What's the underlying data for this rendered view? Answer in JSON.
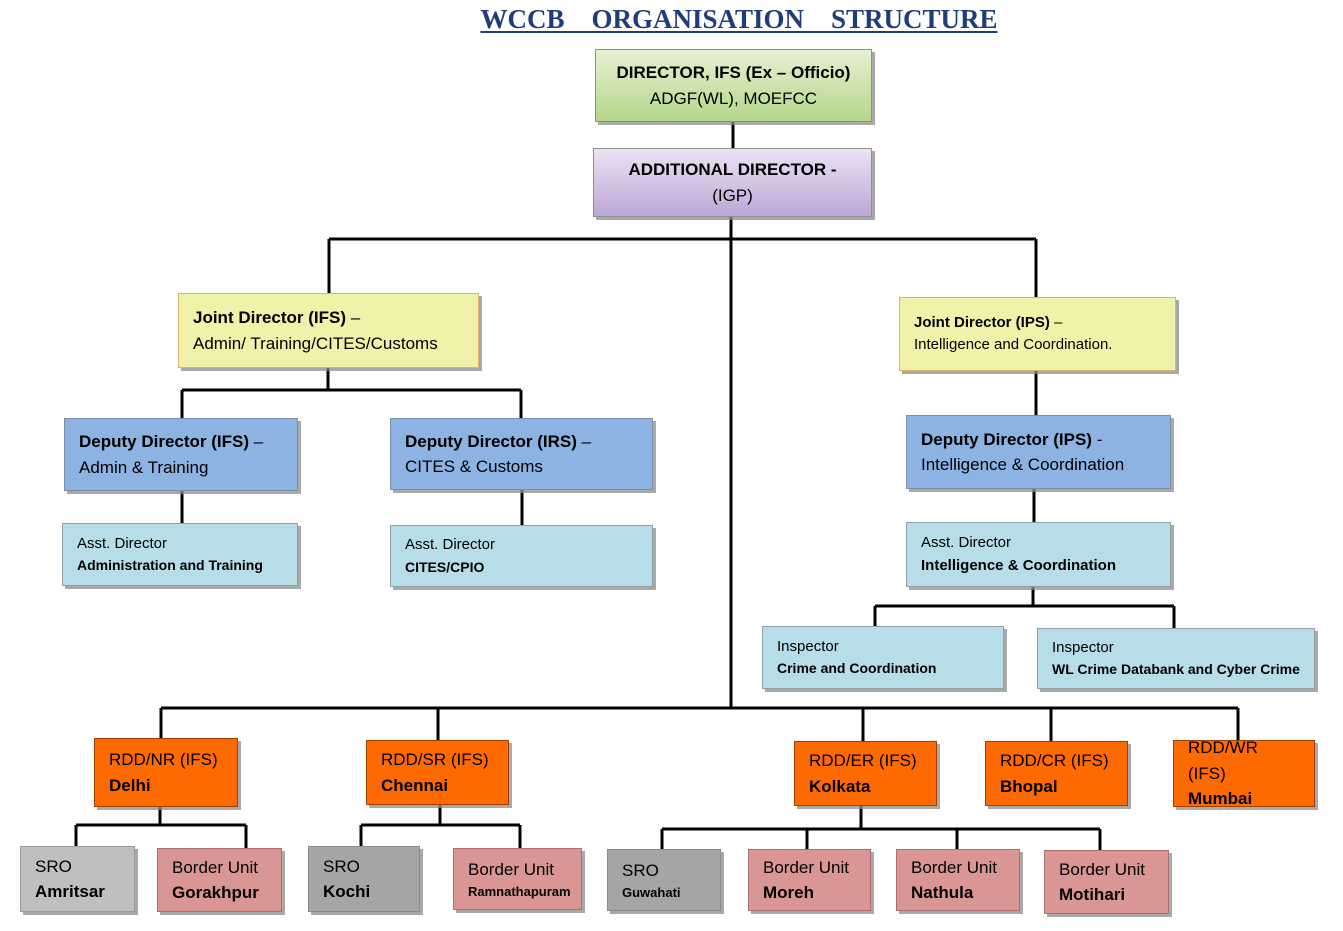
{
  "title": "WCCB    ORGANISATION    STRUCTURE",
  "director": {
    "line1": "DIRECTOR, IFS (Ex – Officio)",
    "line2": "ADGF(WL), MOEFCC"
  },
  "additional_director": {
    "line1": "ADDITIONAL DIRECTOR -",
    "line2": "(IGP)"
  },
  "jd_ifs": {
    "line1_bold": "Joint Director (IFS)",
    "line1_rest": " –",
    "line2": "Admin/ Training/CITES/Customs"
  },
  "jd_ips": {
    "line1_bold": "Joint Director (IPS)",
    "line1_rest": " –",
    "line2": "Intelligence and Coordination."
  },
  "dd_ifs": {
    "line1_bold": "Deputy Director (IFS)",
    "line1_rest": " –",
    "line2": "Admin & Training"
  },
  "dd_irs": {
    "line1_bold": "Deputy Director (IRS)",
    "line1_rest": " –",
    "line2": "CITES & Customs"
  },
  "dd_ips": {
    "line1_bold": "Deputy Director (IPS)",
    "line1_rest": " -",
    "line2": "Intelligence & Coordination"
  },
  "ad_admin": {
    "line1": "Asst. Director",
    "line2": "Administration and Training"
  },
  "ad_cites": {
    "line1": "Asst. Director",
    "line2": "CITES/CPIO"
  },
  "ad_intel": {
    "line1": "Asst. Director",
    "line2": "Intelligence & Coordination"
  },
  "insp_crime": {
    "line1": "Inspector",
    "line2": "Crime and Coordination"
  },
  "insp_wl": {
    "line1": "Inspector",
    "line2": "WL Crime Databank and Cyber Crime"
  },
  "rdd_nr": {
    "line1": "RDD/NR (IFS)",
    "line2": "Delhi"
  },
  "rdd_sr": {
    "line1": "RDD/SR (IFS)",
    "line2": "Chennai"
  },
  "rdd_er": {
    "line1": "RDD/ER (IFS)",
    "line2": "Kolkata"
  },
  "rdd_cr": {
    "line1": "RDD/CR (IFS)",
    "line2": "Bhopal"
  },
  "rdd_wr": {
    "line1": "RDD/WR (IFS)",
    "line2": "Mumbai"
  },
  "sro_amritsar": {
    "line1": "SRO",
    "line2": "Amritsar"
  },
  "bu_gorakhpur": {
    "line1": "Border Unit",
    "line2": "Gorakhpur"
  },
  "sro_kochi": {
    "line1": "SRO",
    "line2": "Kochi"
  },
  "bu_ramnathapuram": {
    "line1": "Border Unit",
    "line2": "Ramnathapuram"
  },
  "sro_guwahati": {
    "line1": "SRO",
    "line2": "Guwahati"
  },
  "bu_moreh": {
    "line1": "Border Unit",
    "line2": "Moreh"
  },
  "bu_nathula": {
    "line1": "Border Unit",
    "line2": "Nathula"
  },
  "bu_motihari": {
    "line1": "Border Unit",
    "line2": "Motihari"
  },
  "colors": {
    "title": "#1f3d7a",
    "director": "#c3de9c",
    "additional_director": "#cbb8de",
    "joint_director": "#f0f2aa",
    "deputy_director": "#8db3e2",
    "asst_director_inspector": "#b7dde8",
    "rdd": "#ff6a00",
    "sro_amritsar": "#bfbfbf",
    "sro": "#a5a5a5",
    "border_unit": "#da9694",
    "connector": "#000000"
  }
}
